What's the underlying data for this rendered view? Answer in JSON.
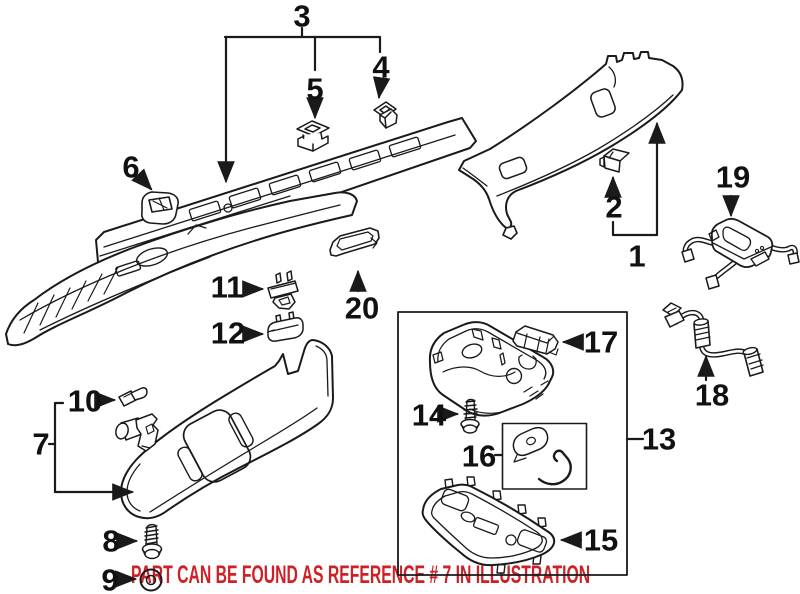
{
  "note": {
    "text": "PART CAN BE FOUND AS REFERENCE # 7 IN ILLUSTRATION",
    "color": "#ce2127"
  },
  "colors": {
    "background": "#ffffff",
    "line": "#1a1a1a",
    "note_red": "#ce2127"
  },
  "callouts": {
    "c1": "1",
    "c2": "2",
    "c3": "3",
    "c4": "4",
    "c5": "5",
    "c6": "6",
    "c7": "7",
    "c8": "8",
    "c9": "9",
    "c10": "10",
    "c11": "11",
    "c12": "12",
    "c13": "13",
    "c14": "14",
    "c15": "15",
    "c16": "16",
    "c17": "17",
    "c18": "18",
    "c19": "19",
    "c20": "20"
  }
}
